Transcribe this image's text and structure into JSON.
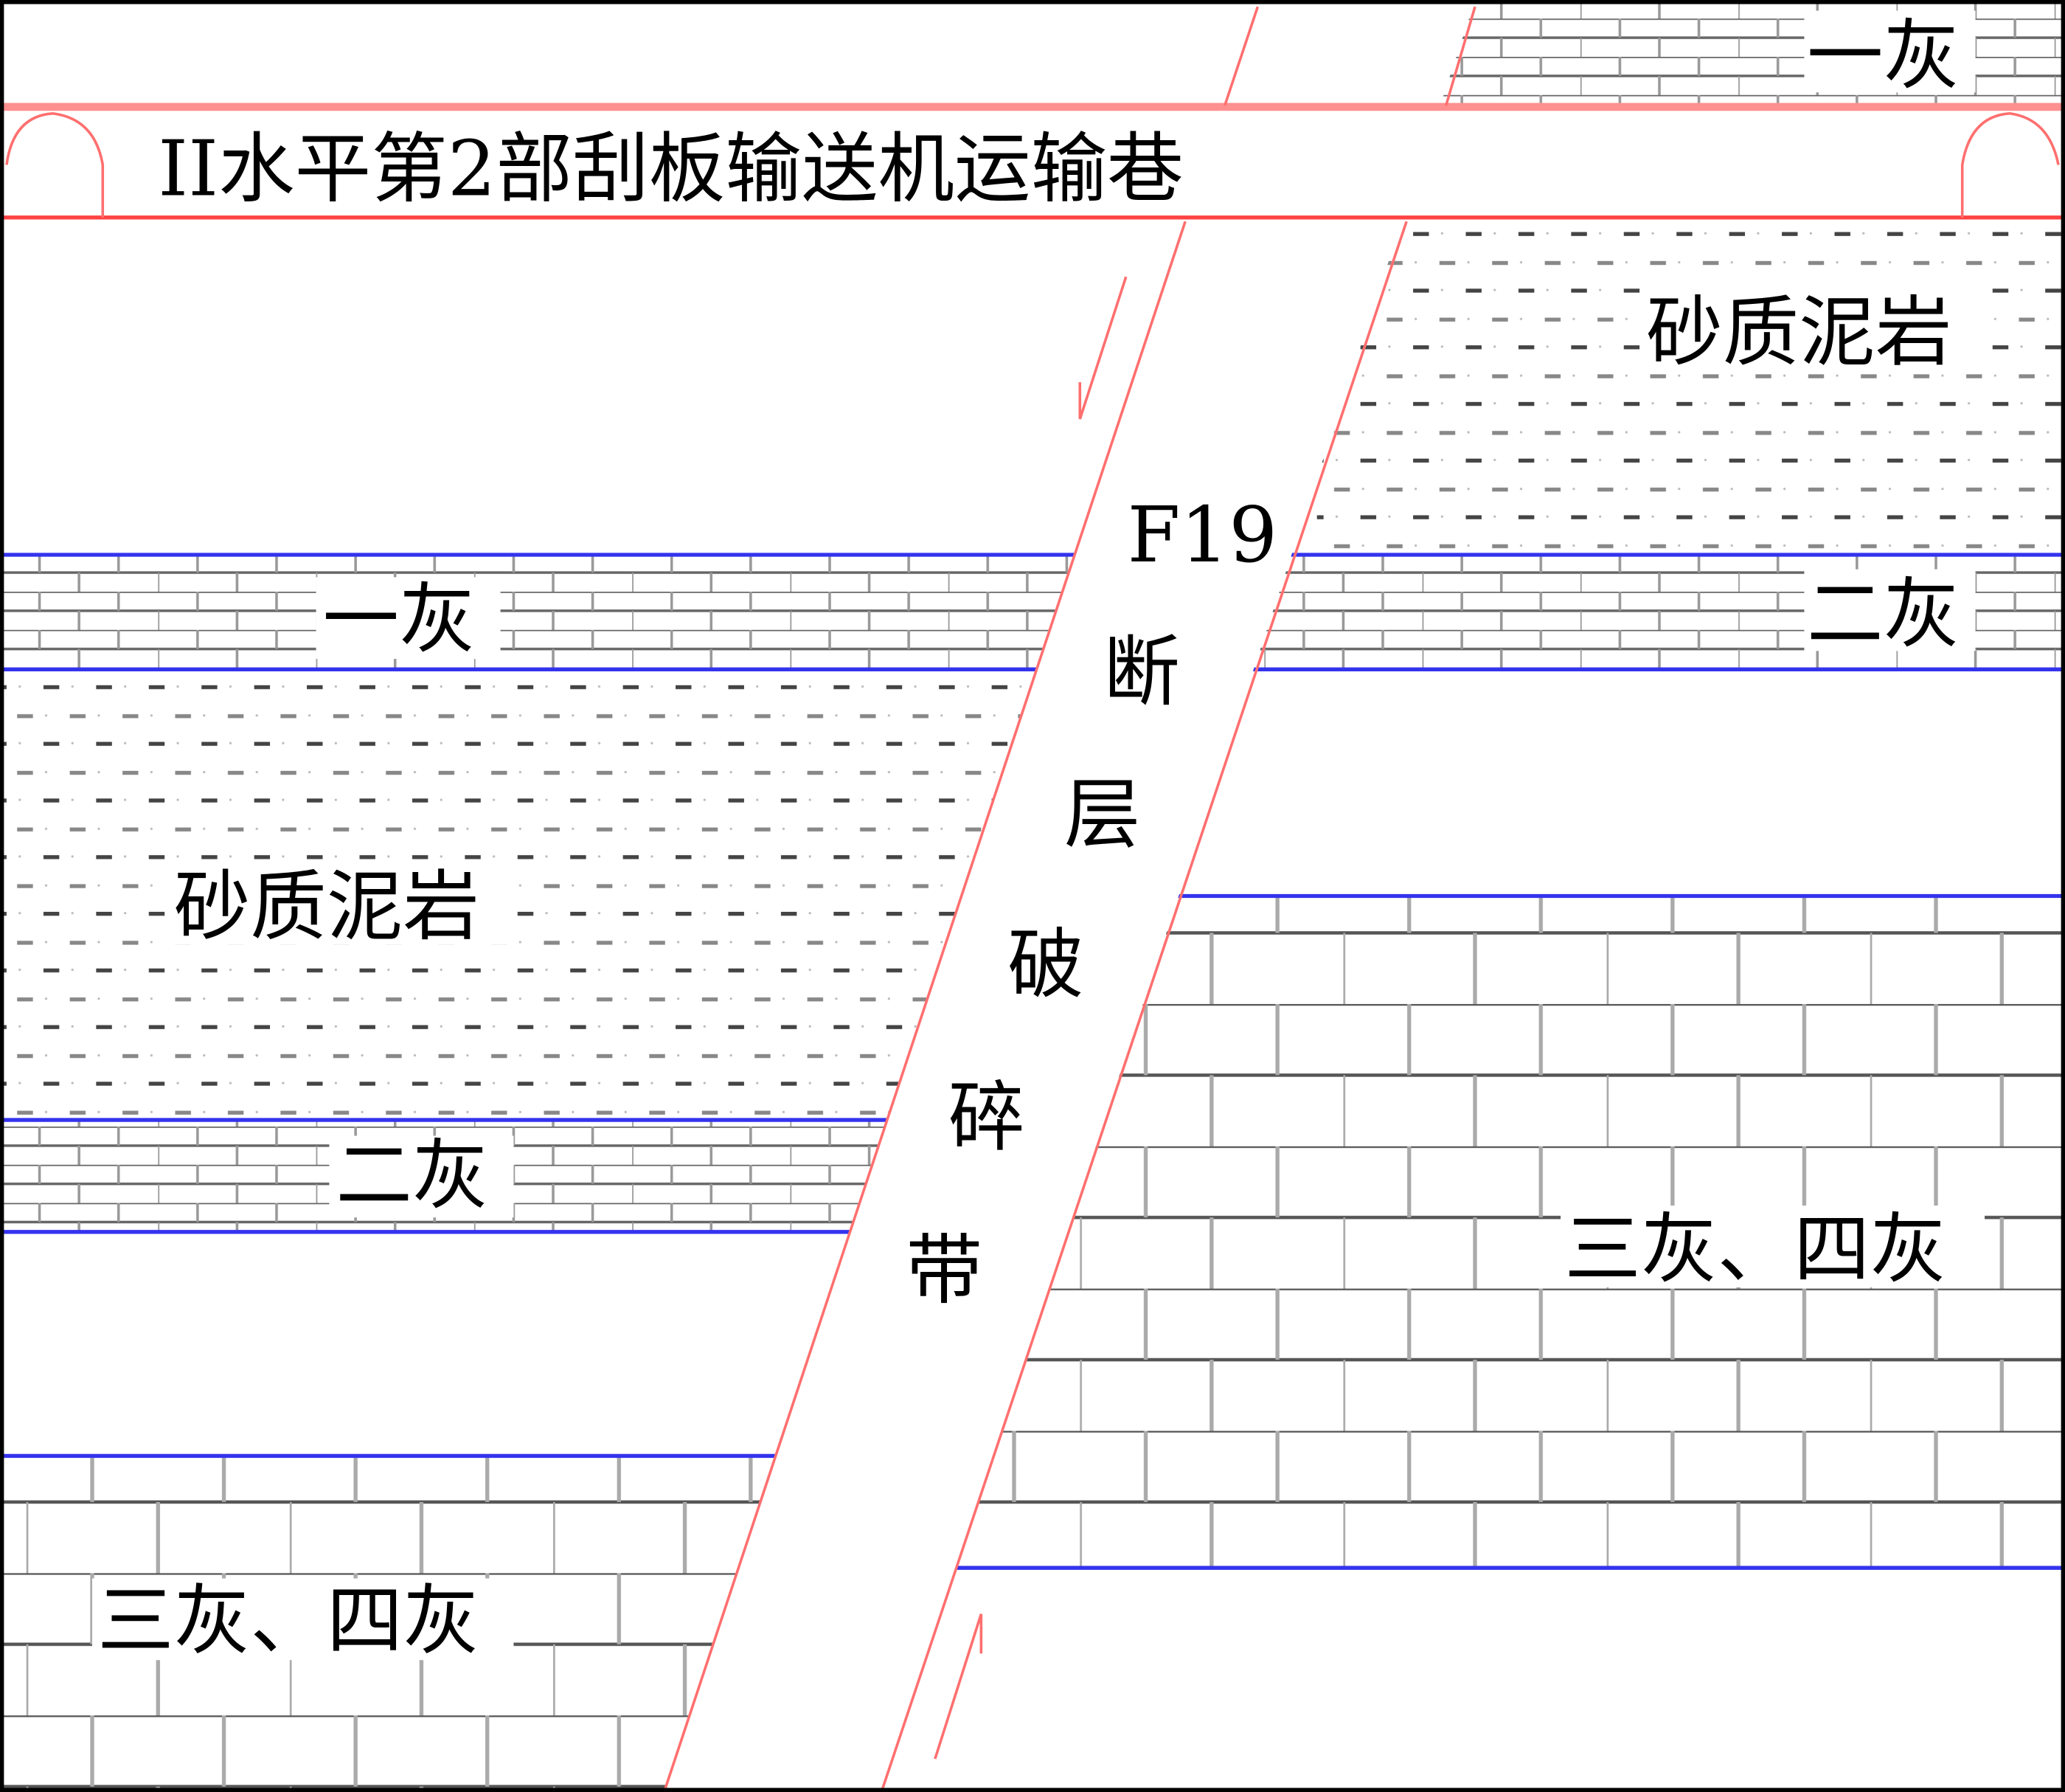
{
  "title": "II水平第2部刮板输送机运输巷",
  "fault": {
    "name": "F19",
    "zone_chars": [
      "断",
      "层",
      "破",
      "碎",
      "带"
    ]
  },
  "left_block": {
    "layers": [
      "一灰",
      "砂质泥岩",
      "二灰",
      "三灰、四灰"
    ]
  },
  "right_block": {
    "layers": [
      "一灰",
      "砂质泥岩",
      "二灰",
      "三灰、四灰"
    ]
  },
  "colors": {
    "fault_line": "#ff6f6f",
    "tunnel": "#ff4444",
    "layer_boundary": "#3333ee",
    "brick": "#555555"
  }
}
